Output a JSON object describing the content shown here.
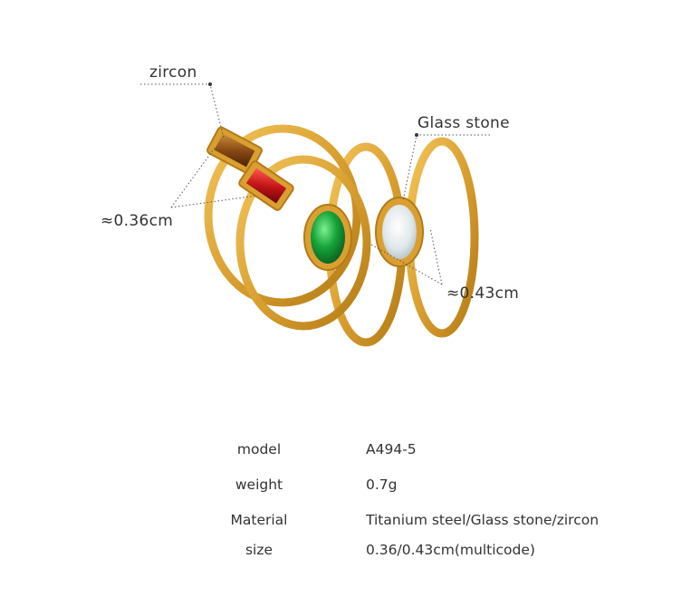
{
  "callouts": {
    "zircon": "zircon",
    "glass_stone": "Glass stone",
    "size_small": "≈0.36cm",
    "size_large": "≈0.43cm"
  },
  "specs": [
    {
      "key": "model",
      "value": "A494-5"
    },
    {
      "key": "weight",
      "value": "0.7g"
    },
    {
      "key": "Material",
      "value": "Titanium steel/Glass stone/zircon"
    },
    {
      "key": "size",
      "value": "0.36/0.43cm(multicode)"
    }
  ],
  "colors": {
    "gold": "#d9a031",
    "gold_dark": "#b47a16",
    "zircon_brown": "#8a4a14",
    "zircon_red": "#c4151a",
    "green_stone": "#16a33a",
    "white_stone": "#e8eef2"
  }
}
